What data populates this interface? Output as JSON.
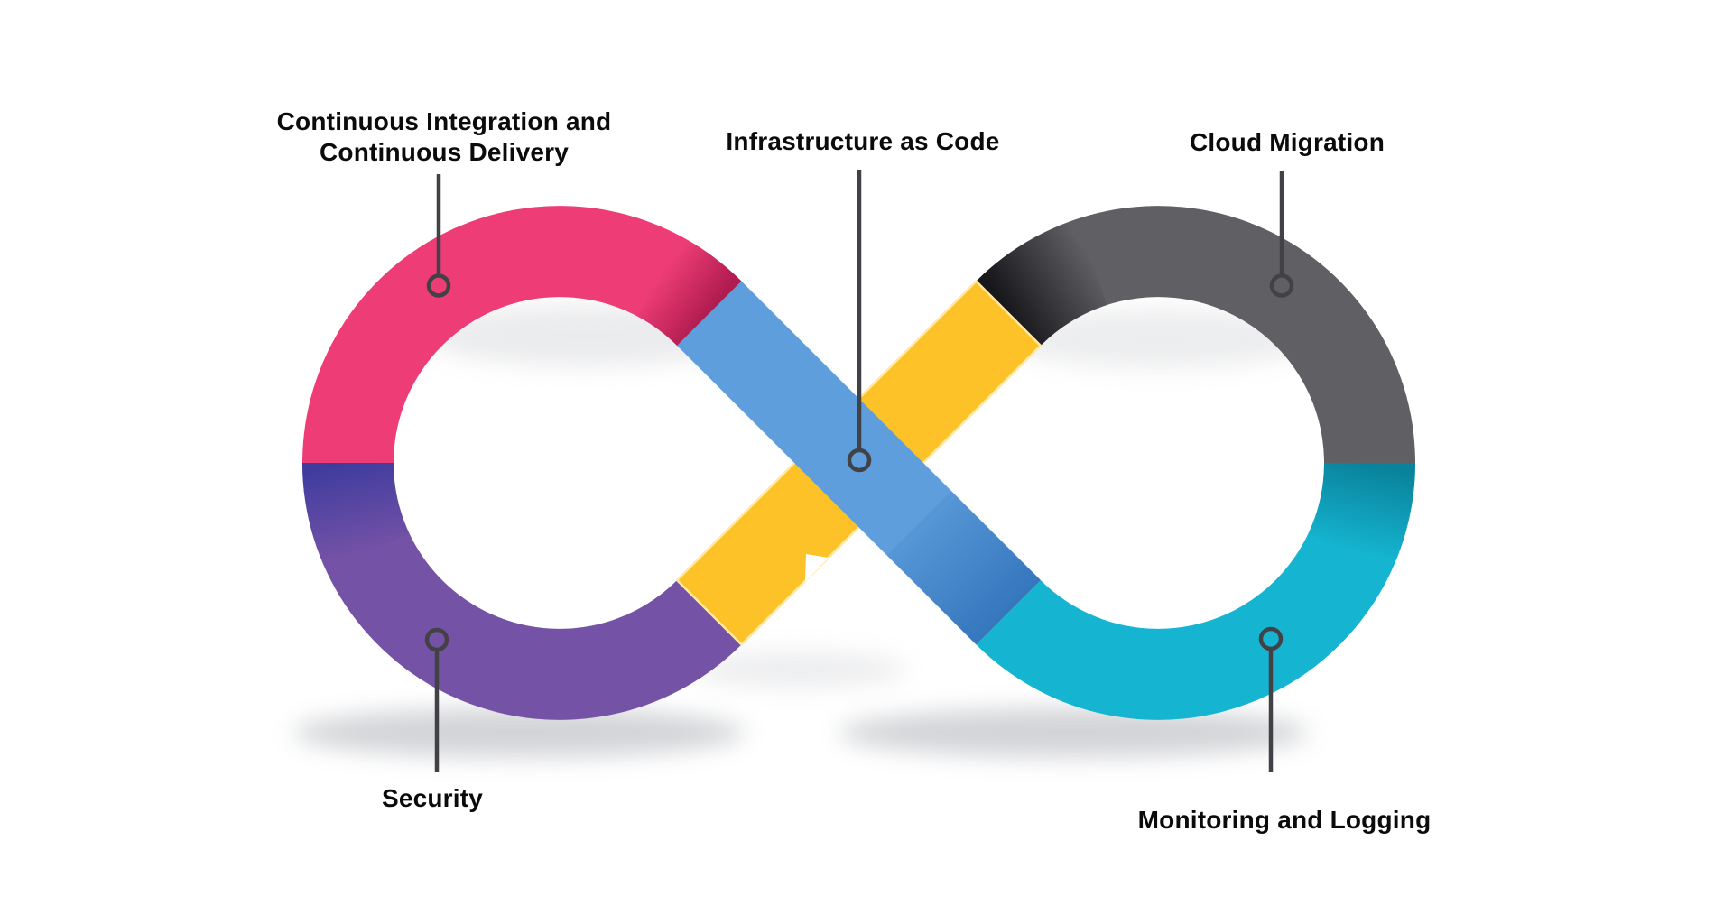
{
  "diagram": {
    "type": "devops-infinity-loop",
    "background": "#ffffff",
    "segments": [
      {
        "id": "cicd",
        "label": "Continuous Integration and Continuous Delivery",
        "color": "#EE3D76",
        "position": "top-left-loop"
      },
      {
        "id": "security",
        "label": "Security",
        "color": "#7452A6",
        "position": "bottom-left-loop"
      },
      {
        "id": "iac",
        "label": "Infrastructure as Code",
        "color": "#5E9EDC",
        "position": "center-cross-band"
      },
      {
        "id": "cloud-migration",
        "label": "Cloud Migration",
        "color": "#5F5F64",
        "position": "top-right-loop"
      },
      {
        "id": "monitoring",
        "label": "Monitoring and Logging",
        "color": "#15B5D1",
        "position": "bottom-right-loop"
      },
      {
        "id": "connector-band",
        "label": "",
        "color": "#FCC227",
        "position": "center-cross-band-under"
      }
    ]
  },
  "labels": {
    "cicd_line1": "Continuous Integration and",
    "cicd_line2": "Continuous Delivery",
    "iac": "Infrastructure as Code",
    "cloud_migration": "Cloud Migration",
    "security": "Security",
    "monitoring": "Monitoring and Logging"
  },
  "colors": {
    "pink": "#EE3D76",
    "pink_dark": "#AD1A4D",
    "purple": "#7452A6",
    "purple_dark": "#3D3B9E",
    "blue": "#5E9EDC",
    "blue_dark": "#2E6FB7",
    "yellow": "#FCC227",
    "yellow_edge": "#FFE9A9",
    "gray": "#5F5F64",
    "gray_dark": "#141418",
    "cyan": "#15B5D1",
    "cyan_dark": "#087C95",
    "leader_line": "#414146",
    "text": "#0b0b0b",
    "shadow": "#9B9FA6"
  }
}
